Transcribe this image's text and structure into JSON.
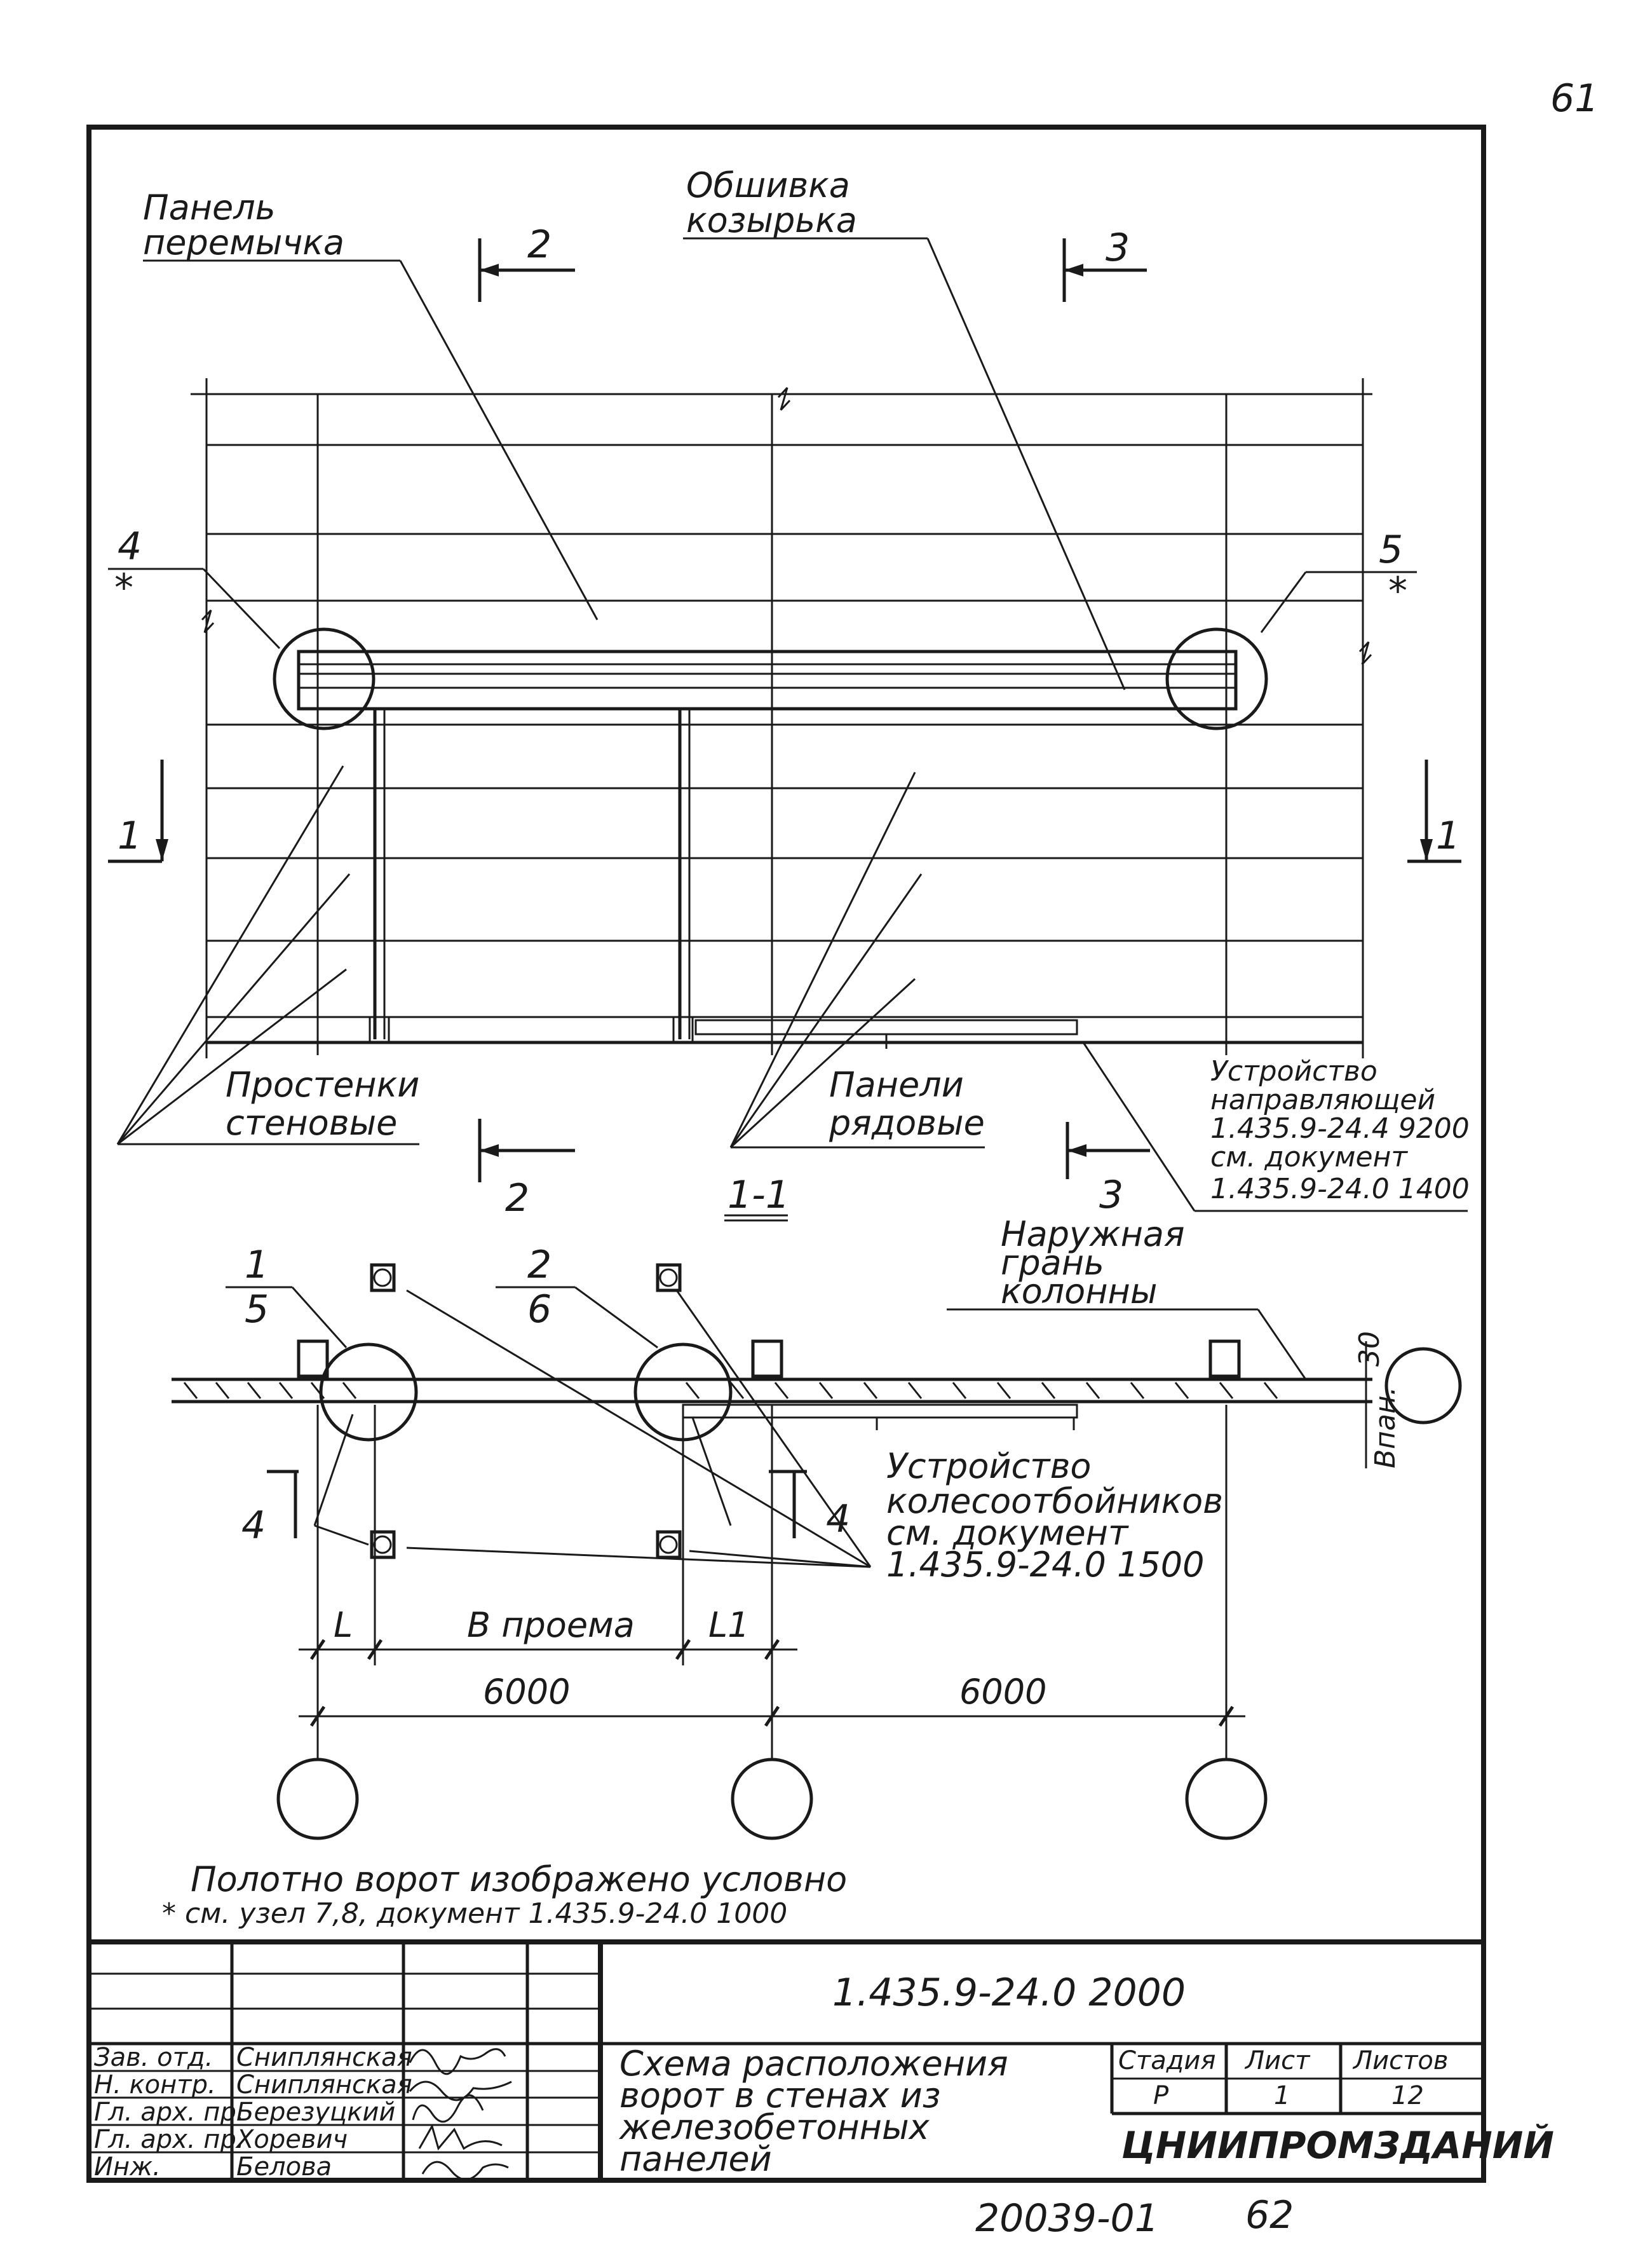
{
  "sheet": {
    "page_number": "61",
    "bottom_code": "20039-01",
    "bottom_page": "62"
  },
  "elevation": {
    "label_panel_lintel": [
      "Панель",
      "перемычка"
    ],
    "label_canopy_sheathing": [
      "Обшивка",
      "козырька"
    ],
    "label_wall_piers": [
      "Простенки",
      "стеновые"
    ],
    "label_row_panels": [
      "Панели",
      "рядовые"
    ],
    "label_guide_device": [
      "Устройство",
      "направляющей",
      "1.435.9-24.4 9200",
      "см. документ",
      "1.435.9-24.0 1400"
    ],
    "section_mark_2": "2",
    "section_mark_3": "3",
    "section_mark_1": "1",
    "node_4": "4",
    "node_5": "5",
    "star": "*"
  },
  "plan": {
    "title": "1-1",
    "label_outer_face": [
      "Наружная",
      "грань",
      "колонны"
    ],
    "label_wheel_guards": [
      "Устройство",
      "колесоотбойников",
      "см. документ",
      "1.435.9-24.0 1500"
    ],
    "callout_1": "1",
    "callout_5": "5",
    "callout_2": "2",
    "callout_6": "6",
    "section_4": "4",
    "dim_30": "30",
    "dim_b_pan": "Впан.",
    "dim_L": "L",
    "dim_b_opening": "В проема",
    "dim_L1": "L1",
    "dim_6000_a": "6000",
    "dim_6000_b": "6000"
  },
  "notes": {
    "line1": "Полотно ворот изображено условно",
    "line2": "* см. узел 7,8, документ 1.435.9-24.0 1000"
  },
  "title_block": {
    "doc_code": "1.435.9-24.0 2000",
    "title": [
      "Схема расположения",
      "ворот в стенах из",
      "железобетонных",
      "панелей"
    ],
    "stage_label": "Стадия",
    "sheet_label": "Лист",
    "sheets_label": "Листов",
    "stage_value": "Р",
    "sheet_value": "1",
    "sheets_value": "12",
    "organization": "ЦНИИПРОМЗДАНИЙ",
    "roles": [
      "Зав. отд.",
      "Н. контр.",
      "Гл. арх. пр.",
      "Гл. арх. пр.",
      "Инж."
    ],
    "names": [
      "Сниплянская",
      "Сниплянская",
      "Березуцкий",
      "Хоревич",
      "Белова"
    ]
  }
}
